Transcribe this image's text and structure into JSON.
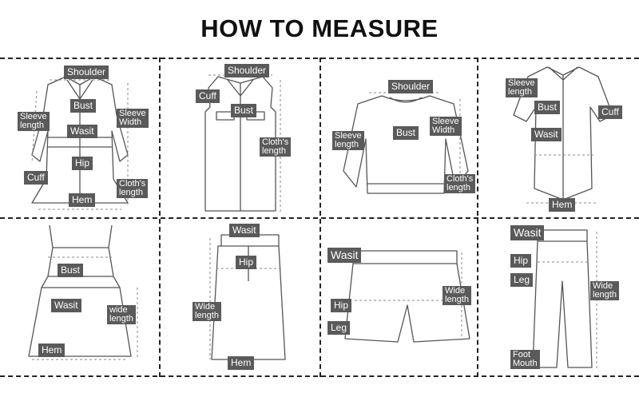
{
  "title": "HOW TO MEASURE",
  "cells": {
    "coat": {
      "shoulder": "Shoulder",
      "bust": "Bust",
      "sleeve_length": "Sleeve\nlength",
      "sleeve_width": "Sleeve\nWidth",
      "wasit": "Wasit",
      "hip": "Hip",
      "cuff": "Cuff",
      "cloths_length": "Cloth's\nlength",
      "hem": "Hem"
    },
    "vest": {
      "shoulder": "Shoulder",
      "cuff": "Cuff",
      "bust": "Bust",
      "cloths_length": "Cloth's\nlength"
    },
    "sweater": {
      "shoulder": "Shoulder",
      "sleeve_length": "Sleeve\nlength",
      "bust": "Bust",
      "sleeve_width": "Sleeve\nWidth",
      "cloths_length": "Cloth's\nlength"
    },
    "shirt": {
      "sleeve_length": "Sleeve\nlength",
      "bust": "Bust",
      "cuff": "Cuff",
      "wasit": "Wasit",
      "hem": "Hem"
    },
    "dress": {
      "bust": "Bust",
      "wasit": "Wasit",
      "wide_length": "wide\nlength",
      "hem": "Hem"
    },
    "skirt": {
      "wasit": "Wasit",
      "hip": "Hip",
      "wide_length": "Wide\nlength",
      "hem": "Hem"
    },
    "shorts": {
      "wasit": "Wasit",
      "wide_length": "Wide\nlength",
      "hip": "Hip",
      "leg": "Leg"
    },
    "pants": {
      "wasit": "Wasit",
      "hip": "Hip",
      "leg": "Leg",
      "wide_length": "Wide\nlength",
      "foot_mouth": "Foot\nMouth"
    }
  }
}
